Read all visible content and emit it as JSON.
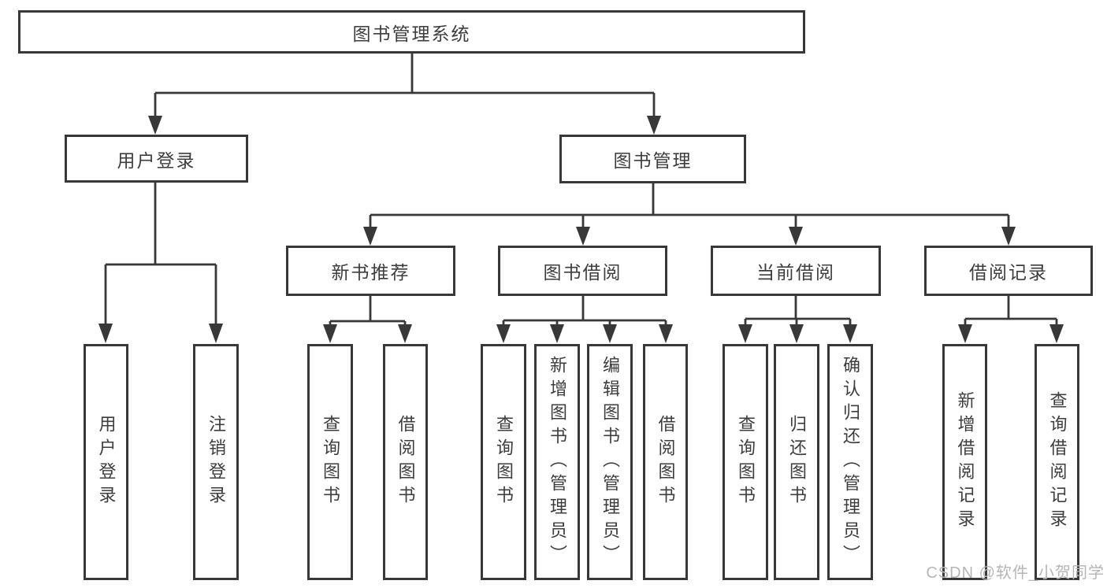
{
  "colors": {
    "line": "#383838",
    "text": "#3d3d3d",
    "box-bg": "#ffffff",
    "watermark": "#b6b6b6",
    "bg": "#ffffff"
  },
  "watermark": {
    "text": "CSDN @软件_小贺同学"
  },
  "tree": {
    "root": {
      "label": "图书管理系统"
    },
    "level2": [
      {
        "id": "user-login",
        "label": "用户登录",
        "parent": "图书管理系统"
      },
      {
        "id": "book-management",
        "label": "图书管理",
        "parent": "图书管理系统"
      }
    ],
    "level3": [
      {
        "id": "new-book-recommend",
        "label": "新书推荐",
        "parent": "图书管理"
      },
      {
        "id": "book-borrowing",
        "label": "图书借阅",
        "parent": "图书管理"
      },
      {
        "id": "current-borrowing",
        "label": "当前借阅",
        "parent": "图书管理"
      },
      {
        "id": "borrowing-records",
        "label": "借阅记录",
        "parent": "图书管理"
      }
    ],
    "leaves": [
      {
        "id": "leaf-user-login",
        "label": "用户登录",
        "parent": "用户登录"
      },
      {
        "id": "leaf-logout",
        "label": "注销登录",
        "parent": "用户登录"
      },
      {
        "id": "leaf-query-books-recommend",
        "label": "查询图书",
        "parent": "新书推荐"
      },
      {
        "id": "leaf-borrow-books-recommend",
        "label": "借阅图书",
        "parent": "新书推荐"
      },
      {
        "id": "leaf-query-books-borrowing",
        "label": "查询图书",
        "parent": "图书借阅"
      },
      {
        "id": "leaf-add-books-admin",
        "label": "新增图书（管理员）",
        "parent": "图书借阅"
      },
      {
        "id": "leaf-edit-books-admin",
        "label": "编辑图书（管理员）",
        "parent": "图书借阅"
      },
      {
        "id": "leaf-borrow-books-borrowing",
        "label": "借阅图书",
        "parent": "图书借阅"
      },
      {
        "id": "leaf-query-books-current",
        "label": "查询图书",
        "parent": "当前借阅"
      },
      {
        "id": "leaf-return-books",
        "label": "归还图书",
        "parent": "当前借阅"
      },
      {
        "id": "leaf-confirm-return-admin",
        "label": "确认归还（管理员）",
        "parent": "当前借阅"
      },
      {
        "id": "leaf-add-borrow-record",
        "label": "新增借阅记录",
        "parent": "借阅记录"
      },
      {
        "id": "leaf-query-borrow-record",
        "label": "查询借阅记录",
        "parent": "借阅记录"
      }
    ]
  }
}
